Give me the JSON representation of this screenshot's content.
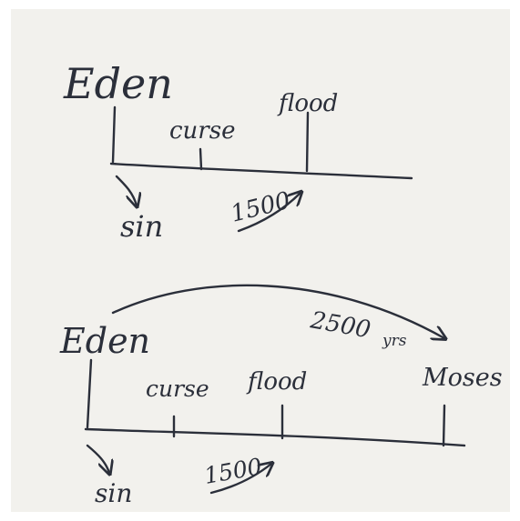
{
  "diagram": {
    "timelines": [
      {
        "start_label": "Eden",
        "events": [
          "curse",
          "flood"
        ],
        "below_arrow_label": "sin",
        "interval_label": "1500"
      },
      {
        "start_label": "Eden",
        "events": [
          "curse",
          "flood",
          "Moses"
        ],
        "below_arrow_label": "sin",
        "interval_label": "1500",
        "span_label": "2500",
        "span_unit": "yrs"
      }
    ]
  },
  "colors": {
    "ink": "#2b2f3a",
    "paper": "#f2f1ed",
    "frame": "#ffffff"
  }
}
